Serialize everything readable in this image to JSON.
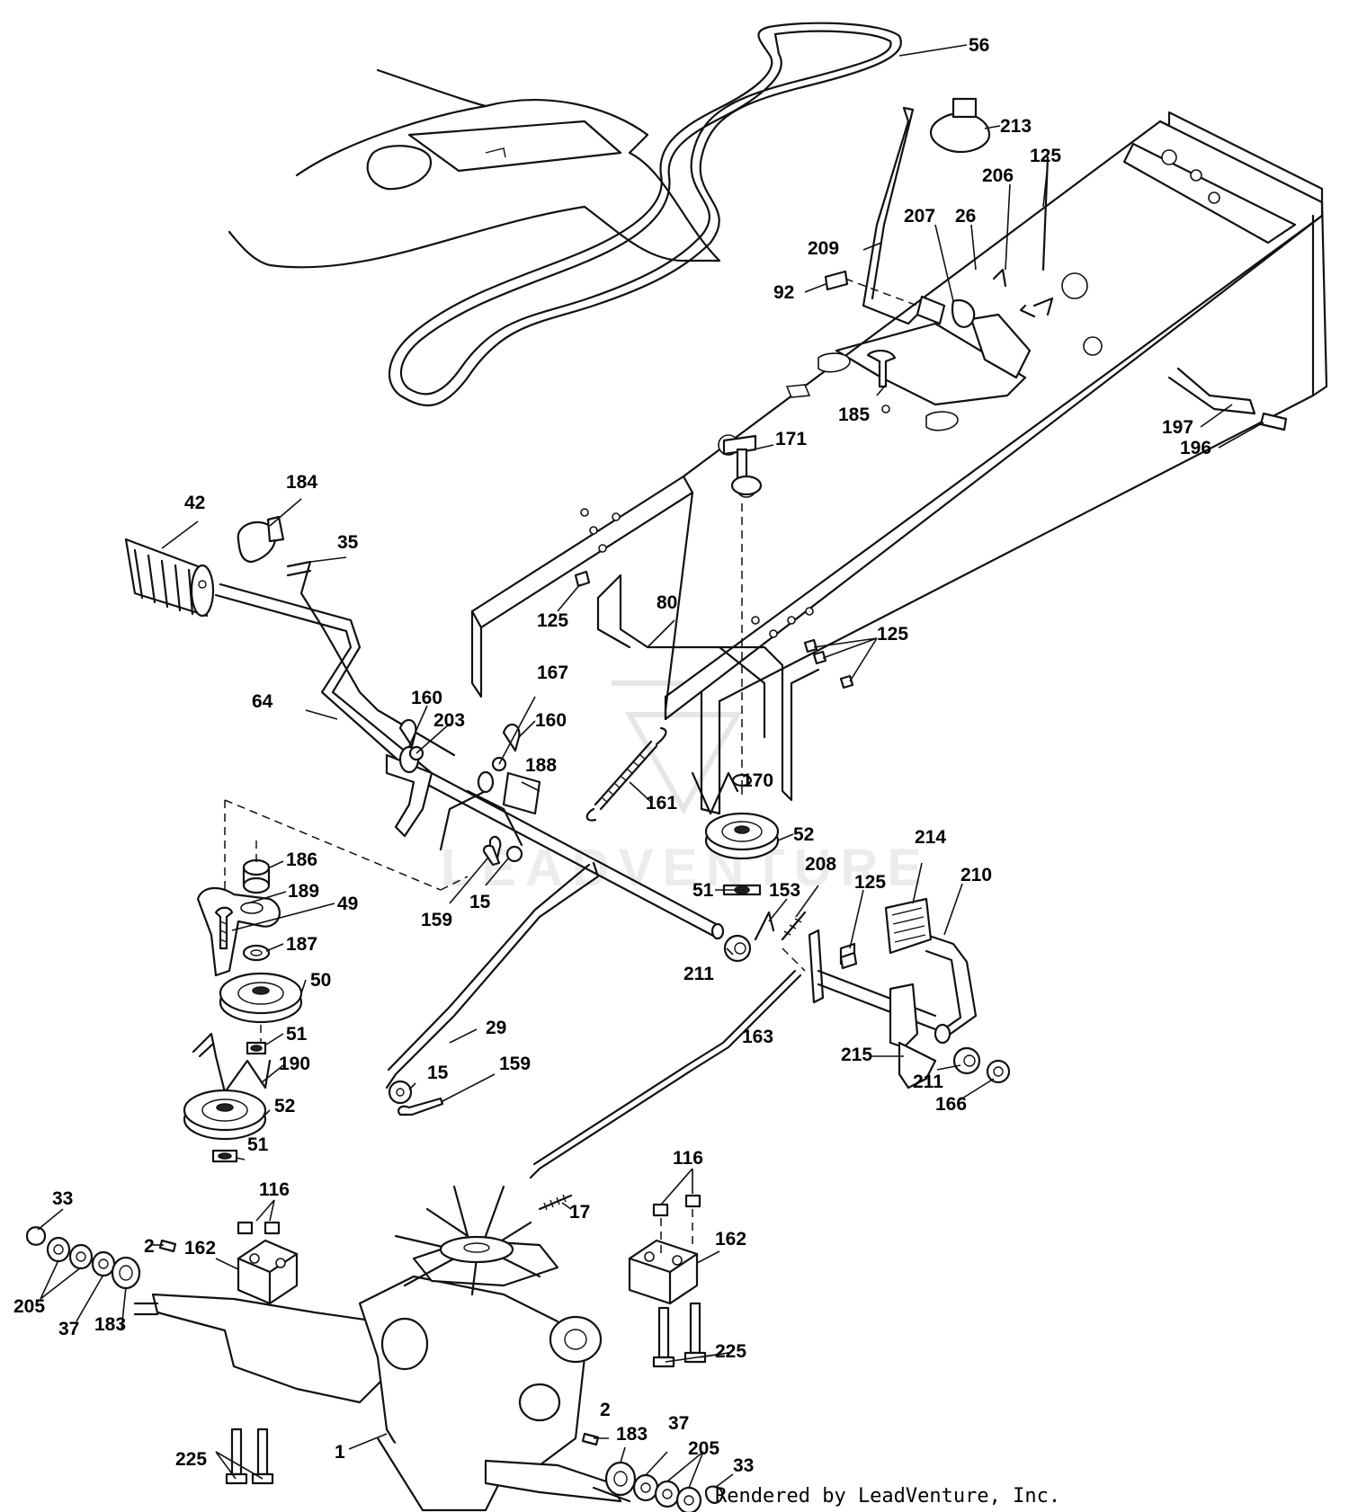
{
  "diagram": {
    "watermark_text": "LEADVENTURE",
    "credit": "Rendered by LeadVenture, Inc.",
    "callouts": [
      {
        "id": "c-56",
        "label": "56"
      },
      {
        "id": "c-213",
        "label": "213"
      },
      {
        "id": "c-125-top",
        "label": "125"
      },
      {
        "id": "c-206",
        "label": "206"
      },
      {
        "id": "c-207",
        "label": "207"
      },
      {
        "id": "c-26",
        "label": "26"
      },
      {
        "id": "c-209",
        "label": "209"
      },
      {
        "id": "c-92",
        "label": "92"
      },
      {
        "id": "c-185",
        "label": "185"
      },
      {
        "id": "c-197",
        "label": "197"
      },
      {
        "id": "c-196",
        "label": "196"
      },
      {
        "id": "c-171",
        "label": "171"
      },
      {
        "id": "c-42",
        "label": "42"
      },
      {
        "id": "c-184",
        "label": "184"
      },
      {
        "id": "c-35",
        "label": "35"
      },
      {
        "id": "c-125-frame",
        "label": "125"
      },
      {
        "id": "c-80",
        "label": "80"
      },
      {
        "id": "c-125-bracket",
        "label": "125"
      },
      {
        "id": "c-64",
        "label": "64"
      },
      {
        "id": "c-160-a",
        "label": "160"
      },
      {
        "id": "c-203",
        "label": "203"
      },
      {
        "id": "c-167",
        "label": "167"
      },
      {
        "id": "c-160-b",
        "label": "160"
      },
      {
        "id": "c-188",
        "label": "188"
      },
      {
        "id": "c-161",
        "label": "161"
      },
      {
        "id": "c-170",
        "label": "170"
      },
      {
        "id": "c-52-upper",
        "label": "52"
      },
      {
        "id": "c-186",
        "label": "186"
      },
      {
        "id": "c-189",
        "label": "189"
      },
      {
        "id": "c-49",
        "label": "49"
      },
      {
        "id": "c-159-upper",
        "label": "159"
      },
      {
        "id": "c-15-upper",
        "label": "15"
      },
      {
        "id": "c-51-upper",
        "label": "51"
      },
      {
        "id": "c-153",
        "label": "153"
      },
      {
        "id": "c-208",
        "label": "208"
      },
      {
        "id": "c-125-pedal",
        "label": "125"
      },
      {
        "id": "c-214",
        "label": "214"
      },
      {
        "id": "c-210",
        "label": "210"
      },
      {
        "id": "c-187",
        "label": "187"
      },
      {
        "id": "c-211-upper",
        "label": "211"
      },
      {
        "id": "c-50",
        "label": "50"
      },
      {
        "id": "c-29",
        "label": "29"
      },
      {
        "id": "c-163",
        "label": "163"
      },
      {
        "id": "c-51-mid",
        "label": "51"
      },
      {
        "id": "c-190",
        "label": "190"
      },
      {
        "id": "c-15-lower",
        "label": "15"
      },
      {
        "id": "c-159-lower",
        "label": "159"
      },
      {
        "id": "c-215",
        "label": "215"
      },
      {
        "id": "c-211-lower",
        "label": "211"
      },
      {
        "id": "c-166",
        "label": "166"
      },
      {
        "id": "c-52-lower",
        "label": "52"
      },
      {
        "id": "c-51-lower",
        "label": "51"
      },
      {
        "id": "c-116-left",
        "label": "116"
      },
      {
        "id": "c-116-right",
        "label": "116"
      },
      {
        "id": "c-17",
        "label": "17"
      },
      {
        "id": "c-33-left",
        "label": "33"
      },
      {
        "id": "c-162-left",
        "label": "162"
      },
      {
        "id": "c-162-right",
        "label": "162"
      },
      {
        "id": "c-2-left",
        "label": "2"
      },
      {
        "id": "c-205-left",
        "label": "205"
      },
      {
        "id": "c-37-left",
        "label": "37"
      },
      {
        "id": "c-183-left",
        "label": "183"
      },
      {
        "id": "c-225-right",
        "label": "225"
      },
      {
        "id": "c-2-right",
        "label": "2"
      },
      {
        "id": "c-183-right",
        "label": "183"
      },
      {
        "id": "c-37-right",
        "label": "37"
      },
      {
        "id": "c-205-right",
        "label": "205"
      },
      {
        "id": "c-33-right",
        "label": "33"
      },
      {
        "id": "c-225-left",
        "label": "225"
      },
      {
        "id": "c-1",
        "label": "1"
      }
    ]
  }
}
